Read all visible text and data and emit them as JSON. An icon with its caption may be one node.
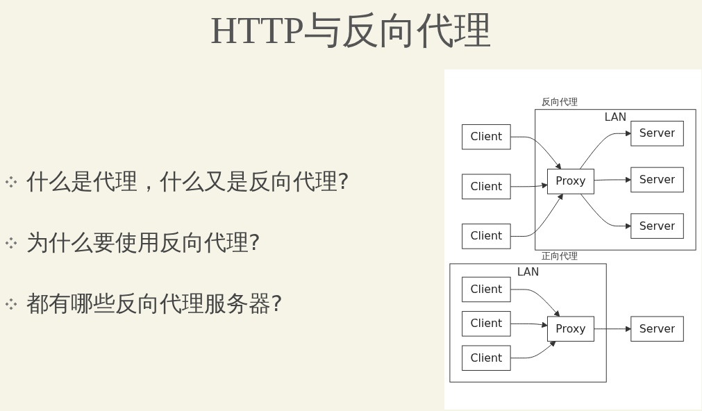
{
  "diagram": {
    "title": "HTTP与反向代理",
    "nodes": [
      {
        "text": [
          "LAN"
        ]
      },
      {
        "text": [
          "Client"
        ],
        "in": 0
      },
      {
        "text": [
          "Client"
        ],
        "in": 0
      },
      {
        "text": [
          "Client"
        ],
        "in": 0
      },
      {
        "text": [
          "Proxy"
        ],
        "in": 0
      },
      {
        "text": [
          "Server"
        ]
      },
      {
        "text": [
          "Client"
        ]
      },
      {
        "text": [
          "Client"
        ]
      },
      {
        "text": [
          "Client"
        ]
      },
      {
        "text": [
          "LAN"
        ]
      },
      {
        "text": [
          "Proxy"
        ],
        "in": 9
      },
      {
        "text": [
          "Server"
        ],
        "in": 9
      },
      {
        "text": [
          "Server"
        ],
        "in": 9
      },
      {
        "text": [
          "Server"
        ],
        "in": 9
      }
    ],
    "edges": [
      {
        "from": 1,
        "to": 4,
        "arrow": "to"
      },
      {
        "from": 2,
        "to": 4,
        "arrow": "to"
      },
      {
        "from": 3,
        "to": 4,
        "arrow": "to"
      },
      {
        "from": 4,
        "to": 5,
        "arrow": "to"
      },
      {
        "from": 6,
        "to": 10,
        "arrow": "to"
      },
      {
        "from": 7,
        "to": 10,
        "arrow": "to"
      },
      {
        "from": 8,
        "to": 10,
        "arrow": "to"
      },
      {
        "from": 10,
        "to": 11,
        "arrow": "to"
      },
      {
        "from": 10,
        "to": 12,
        "arrow": "to"
      },
      {
        "from": 10,
        "to": 13,
        "arrow": "to"
      }
    ],
    "labels": [
      "什么是代理，什么又是反向代理?",
      "为什么要使用反向代理?",
      "都有哪些反向代理服务器?",
      "正向代理",
      "反向代理"
    ]
  }
}
